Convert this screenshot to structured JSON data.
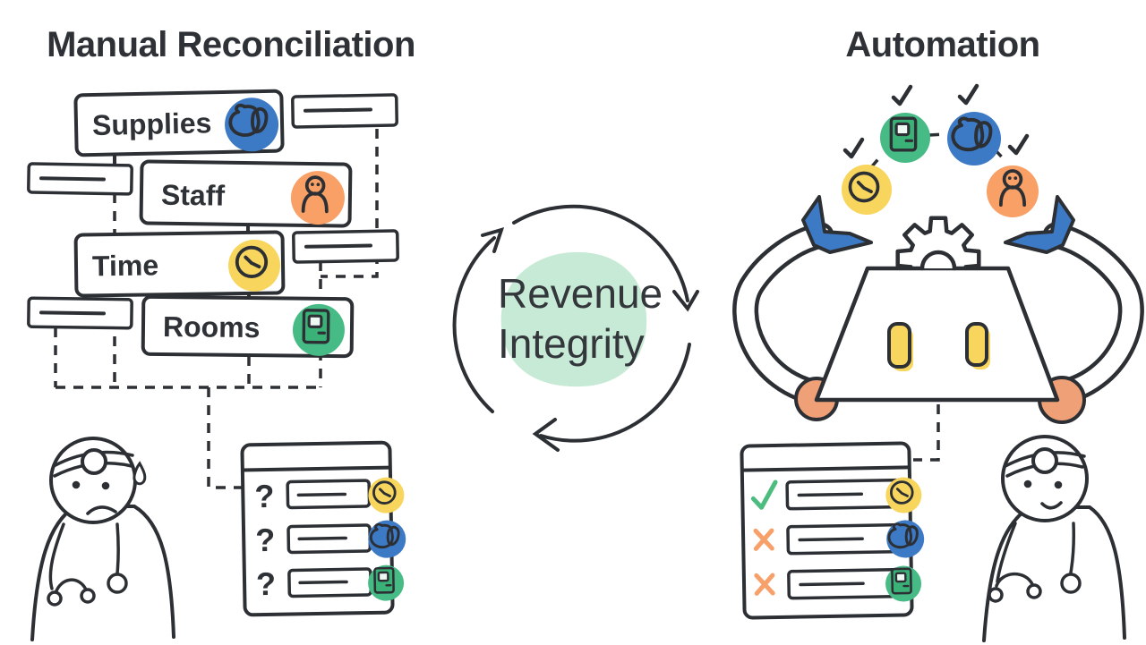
{
  "illustration": {
    "left": {
      "title": "Manual Reconciliation",
      "boxes": [
        {
          "label": "Supplies",
          "icon": "mask-icon",
          "accent": "#3D7AC5"
        },
        {
          "label": "Staff",
          "icon": "person-icon",
          "accent": "#F8A066"
        },
        {
          "label": "Time",
          "icon": "clock-icon",
          "accent": "#F8D65E"
        },
        {
          "label": "Rooms",
          "icon": "door-icon",
          "accent": "#47BB85"
        }
      ],
      "empty_boxes": 4,
      "checklist": {
        "rows": [
          {
            "marker": "?",
            "icon": "clock-icon"
          },
          {
            "marker": "?",
            "icon": "mask-icon"
          },
          {
            "marker": "?",
            "icon": "door-icon"
          }
        ]
      },
      "doctor_mood": "worried"
    },
    "center": {
      "line1": "Revenue",
      "line2": "Integrity",
      "cycle": "clockwise-arrows"
    },
    "right": {
      "title": "Automation",
      "juggled_items": [
        {
          "icon": "clock-icon",
          "accent": "#F8D65E",
          "checked": true
        },
        {
          "icon": "door-icon",
          "accent": "#47BB85",
          "checked": true
        },
        {
          "icon": "mask-icon",
          "accent": "#3D7AC5",
          "checked": true
        },
        {
          "icon": "person-icon",
          "accent": "#F8A066",
          "checked": true
        }
      ],
      "checklist": {
        "rows": [
          {
            "marker": "check",
            "icon": "clock-icon"
          },
          {
            "marker": "cross",
            "icon": "mask-icon"
          },
          {
            "marker": "cross",
            "icon": "door-icon"
          }
        ]
      },
      "doctor_mood": "happy"
    },
    "colors": {
      "ink": "#2C2F33",
      "blue": "#3D7AC5",
      "orange": "#F8A066",
      "yellow": "#F8D65E",
      "green": "#47BB85",
      "mint_blob": "#C7EAD6",
      "check_green": "#4CBD7F",
      "cross_orange": "#F7A06A",
      "shoulder_orange": "#F0A077"
    }
  }
}
